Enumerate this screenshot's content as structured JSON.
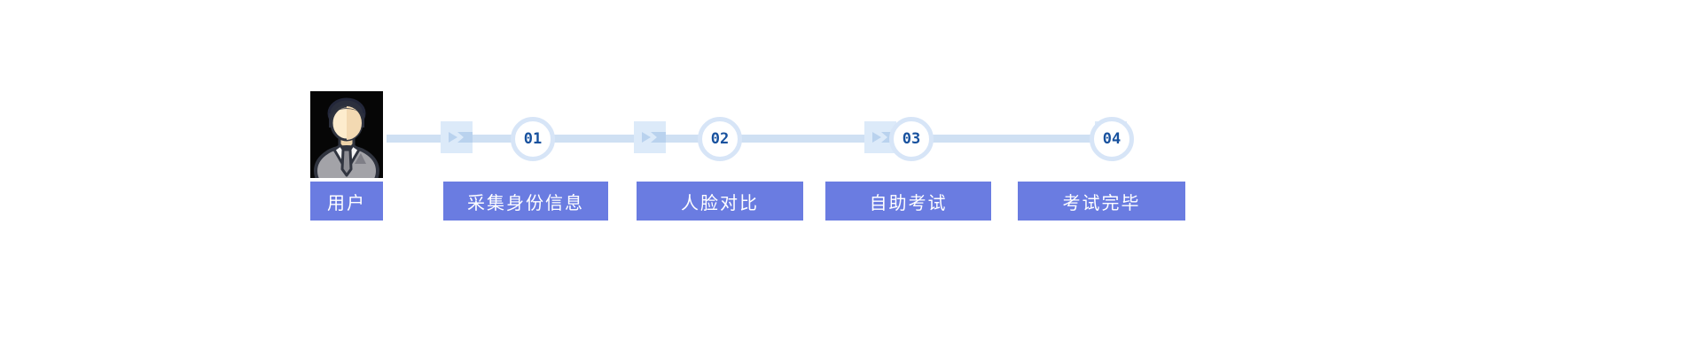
{
  "flow": {
    "actor": {
      "label": "用户",
      "icon": "user-avatar-icon"
    },
    "steps": [
      {
        "number": "01",
        "label": "采集身份信息"
      },
      {
        "number": "02",
        "label": "人脸对比"
      },
      {
        "number": "03",
        "label": "自助考试"
      },
      {
        "number": "04",
        "label": "考试完毕"
      }
    ],
    "icons": {
      "connector_marker": "arrow-right-icon"
    },
    "colors": {
      "step_button_bg": "#6a7ce1",
      "step_button_text": "#ffffff",
      "connector_line": "#cfe0f3",
      "marker_square": "#dceaf9",
      "marker_chevron": "#b9d2ee",
      "node_ring": "#d7e5f7",
      "node_fill": "#ffffff",
      "node_number": "#17519e",
      "avatar_background": "#060606"
    }
  }
}
